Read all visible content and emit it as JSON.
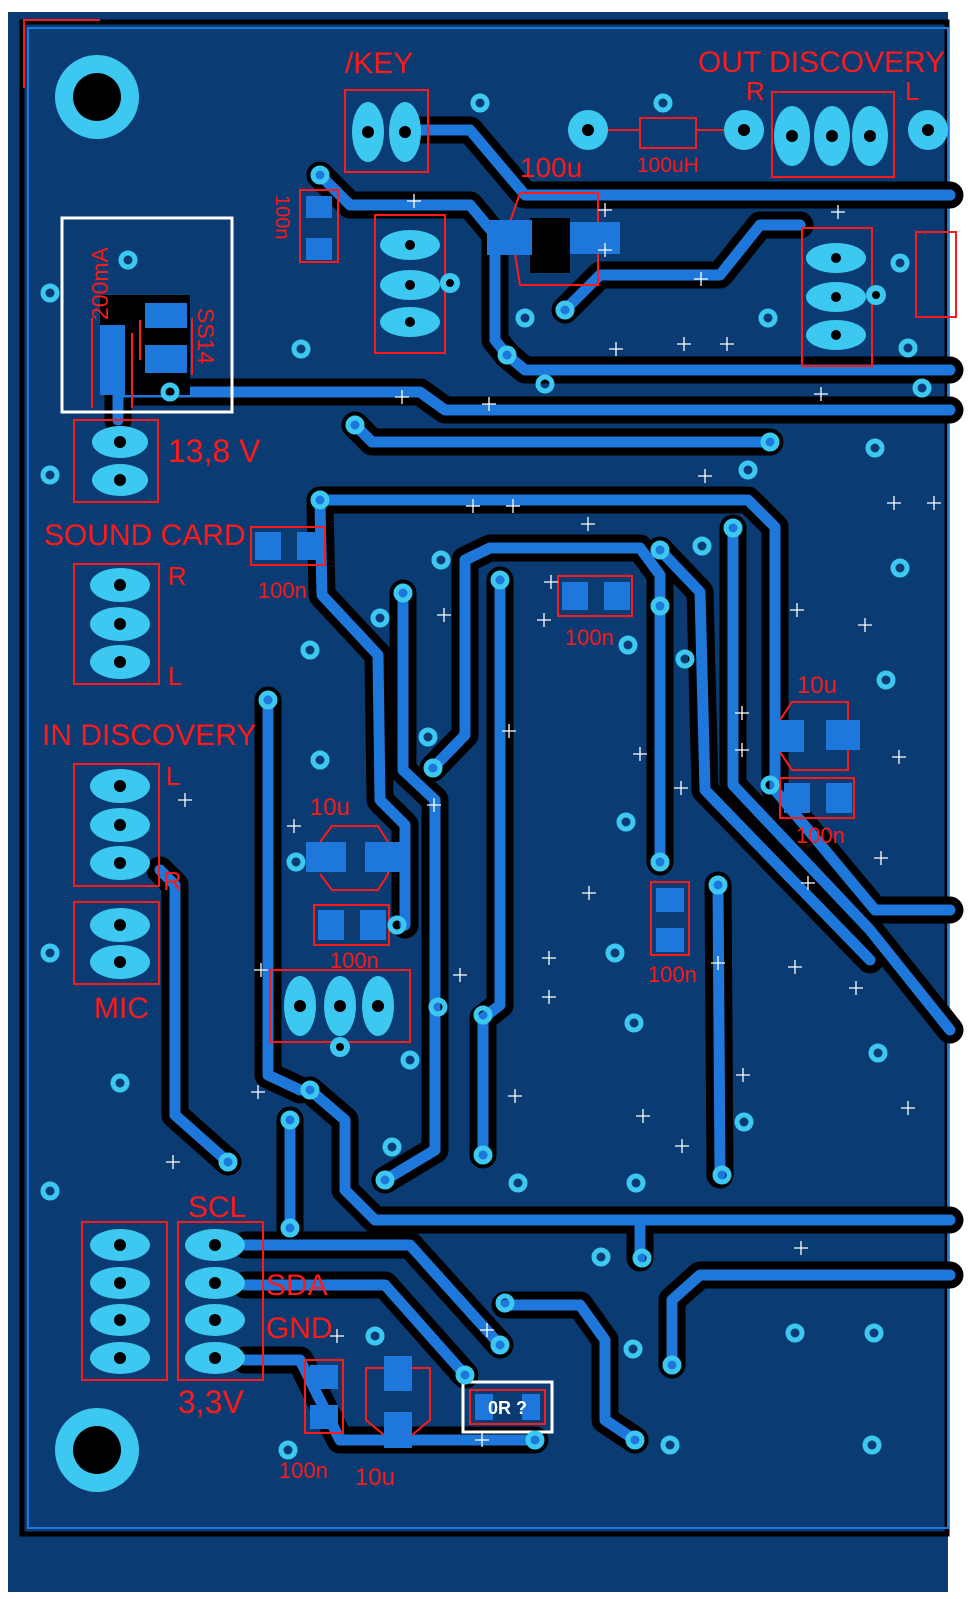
{
  "board": {
    "colors": {
      "substrate": "#0b3b73",
      "copper": "#1e78dc",
      "pad": "#3cc8f0",
      "silkscreen": "#ff1a1a",
      "isolation": "#000000",
      "highlight": "#ffffff"
    }
  },
  "labels": {
    "key": "/KEY",
    "out_discovery": "OUT DISCOVERY",
    "out_r": "R",
    "out_l": "L",
    "cap_100u": "100u",
    "inductor": "100uH",
    "cap_key_100n": "100n",
    "fuse": "200mA",
    "diode": "SS14",
    "power": "13,8 V",
    "sound_card": "SOUND CARD",
    "sc_r": "R",
    "sc_l": "L",
    "cap_sc_100n": "100n",
    "cap_mid_100n": "100n",
    "cap_right_10u": "10u",
    "in_discovery": "IN DISCOVERY",
    "in_l": "L",
    "in_r": "R",
    "cap_left_10u": "10u",
    "cap_right_100n": "100n",
    "cap_left_100n": "100n",
    "cap_center_100n": "100n",
    "mic": "MIC",
    "scl": "SCL",
    "sda": "SDA",
    "gnd": "GND",
    "v33": "3,3V",
    "cap_bottom_100n": "100n",
    "cap_bottom_10u": "10u",
    "resistor_0r": "0R ?"
  }
}
